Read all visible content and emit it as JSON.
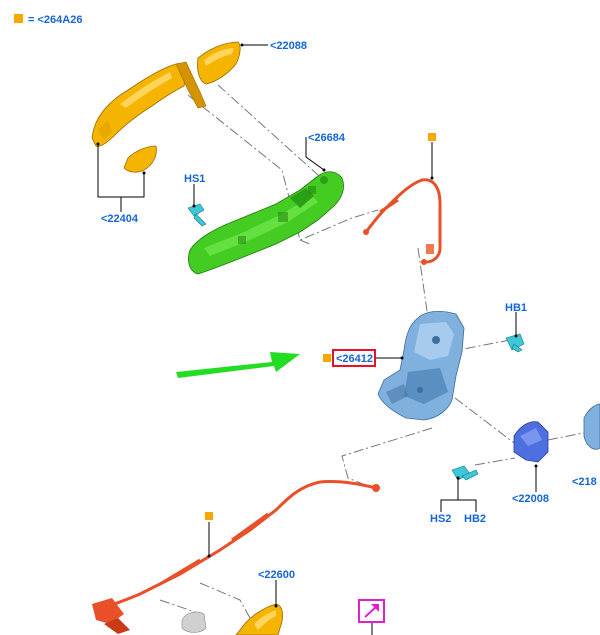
{
  "legend": {
    "text": "= <264A26",
    "marker_color": "#f5a800"
  },
  "callouts": {
    "c22088": "<22088",
    "c26684": "<26684",
    "c22404": "<22404",
    "hs1": "HS1",
    "hb1": "HB1",
    "c26412": "<26412",
    "c22008": "<22008",
    "c2180": "<218",
    "hs2": "HS2",
    "hb2": "HB2",
    "c22600": "<22600"
  },
  "colors": {
    "handle_yellow": "#f4b400",
    "carrier_green": "#44cc22",
    "latch_blue": "#7fb0de",
    "cable_red": "#e8502a",
    "highlight_red": "#e8102a",
    "arrow_green": "#22dd22",
    "callout_blue": "#1565d8",
    "marker_orange": "#f5a800",
    "link_magenta": "#e020d0"
  },
  "icons": {
    "link_box": "external-link-icon"
  }
}
